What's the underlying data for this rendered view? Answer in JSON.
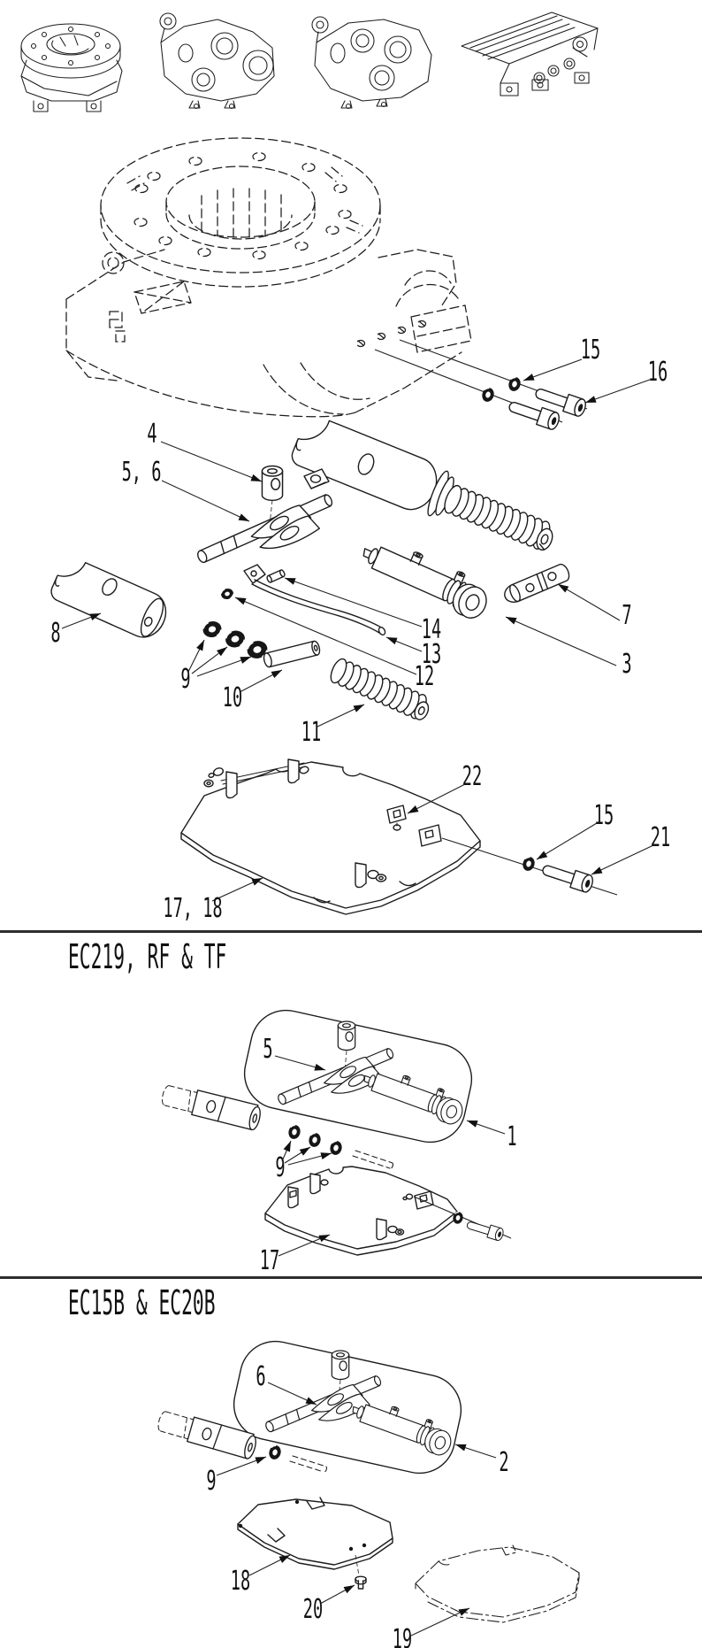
{
  "document": {
    "kind": "exploded-parts-diagram-page",
    "colors": {
      "ink": "#1c1c1c",
      "divider": "#2e2e2e",
      "background": "#ffffff"
    },
    "thumbnails": [
      {
        "name": "swing-frame-with-slew-ring-thumbnail"
      },
      {
        "name": "frame-end-view-a-thumbnail"
      },
      {
        "name": "frame-end-view-b-thumbnail"
      },
      {
        "name": "side-frame-with-rails-thumbnail"
      }
    ],
    "main": {
      "callouts": [
        {
          "label": "15"
        },
        {
          "label": "16"
        },
        {
          "label": "4"
        },
        {
          "label": "5, 6"
        },
        {
          "label": "7"
        },
        {
          "label": "3"
        },
        {
          "label": "8"
        },
        {
          "label": "14"
        },
        {
          "label": "13"
        },
        {
          "label": "12"
        },
        {
          "label": "9"
        },
        {
          "label": "10"
        },
        {
          "label": "11"
        },
        {
          "label": "22"
        },
        {
          "label": "15"
        },
        {
          "label": "21"
        },
        {
          "label": "17, 18"
        }
      ]
    },
    "sections": [
      {
        "title": "EC219, RF & TF",
        "callouts": [
          {
            "label": "5"
          },
          {
            "label": "1"
          },
          {
            "label": "9"
          },
          {
            "label": "17"
          }
        ]
      },
      {
        "title": "EC15B & EC20B",
        "callouts": [
          {
            "label": "6"
          },
          {
            "label": "2"
          },
          {
            "label": "9"
          },
          {
            "label": "18"
          },
          {
            "label": "20"
          },
          {
            "label": "19"
          }
        ]
      }
    ]
  }
}
